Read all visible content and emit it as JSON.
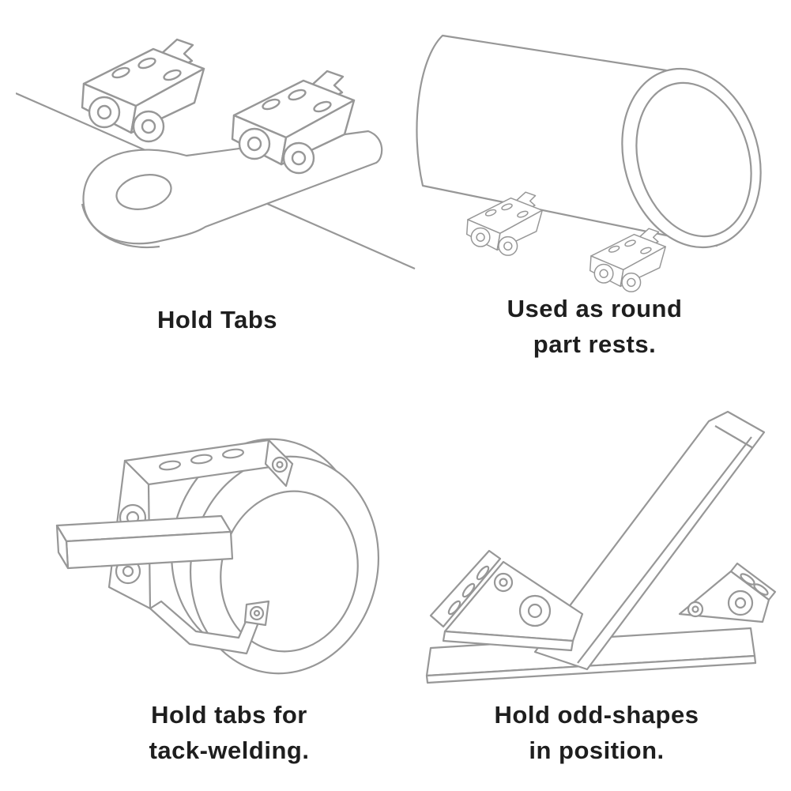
{
  "style": {
    "line_color": "#979797",
    "caption_color": "#1e1e1e",
    "background": "#ffffff"
  },
  "panels": [
    {
      "name": "hold-tabs",
      "illustration": "clamps-on-flat-tab-illustration",
      "caption_lines": [
        "Hold Tabs"
      ]
    },
    {
      "name": "round-part-rests",
      "illustration": "cylinder-on-rests-illustration",
      "caption_lines": [
        "Used as round",
        "part rests."
      ]
    },
    {
      "name": "tack-welding",
      "illustration": "tube-and-bar-clamp-illustration",
      "caption_lines": [
        "Hold tabs for",
        "tack-welding."
      ]
    },
    {
      "name": "odd-shapes",
      "illustration": "angled-channel-on-plate-illustration",
      "caption_lines": [
        "Hold odd-shapes",
        "in position."
      ]
    }
  ]
}
